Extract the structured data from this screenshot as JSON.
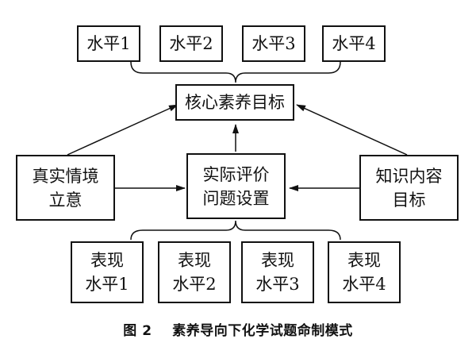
{
  "levels": [
    "水平1",
    "水平2",
    "水平3",
    "水平4"
  ],
  "core": "核心素养目标",
  "left": "真实情境\n立意",
  "center": "实际评价\n问题设置",
  "right": "知识内容\n目标",
  "performance": [
    "表现\n水平1",
    "表现\n水平2",
    "表现\n水平3",
    "表现\n水平4"
  ],
  "caption": {
    "number": "图 2",
    "title": "素养导向下化学试题命制模式"
  }
}
